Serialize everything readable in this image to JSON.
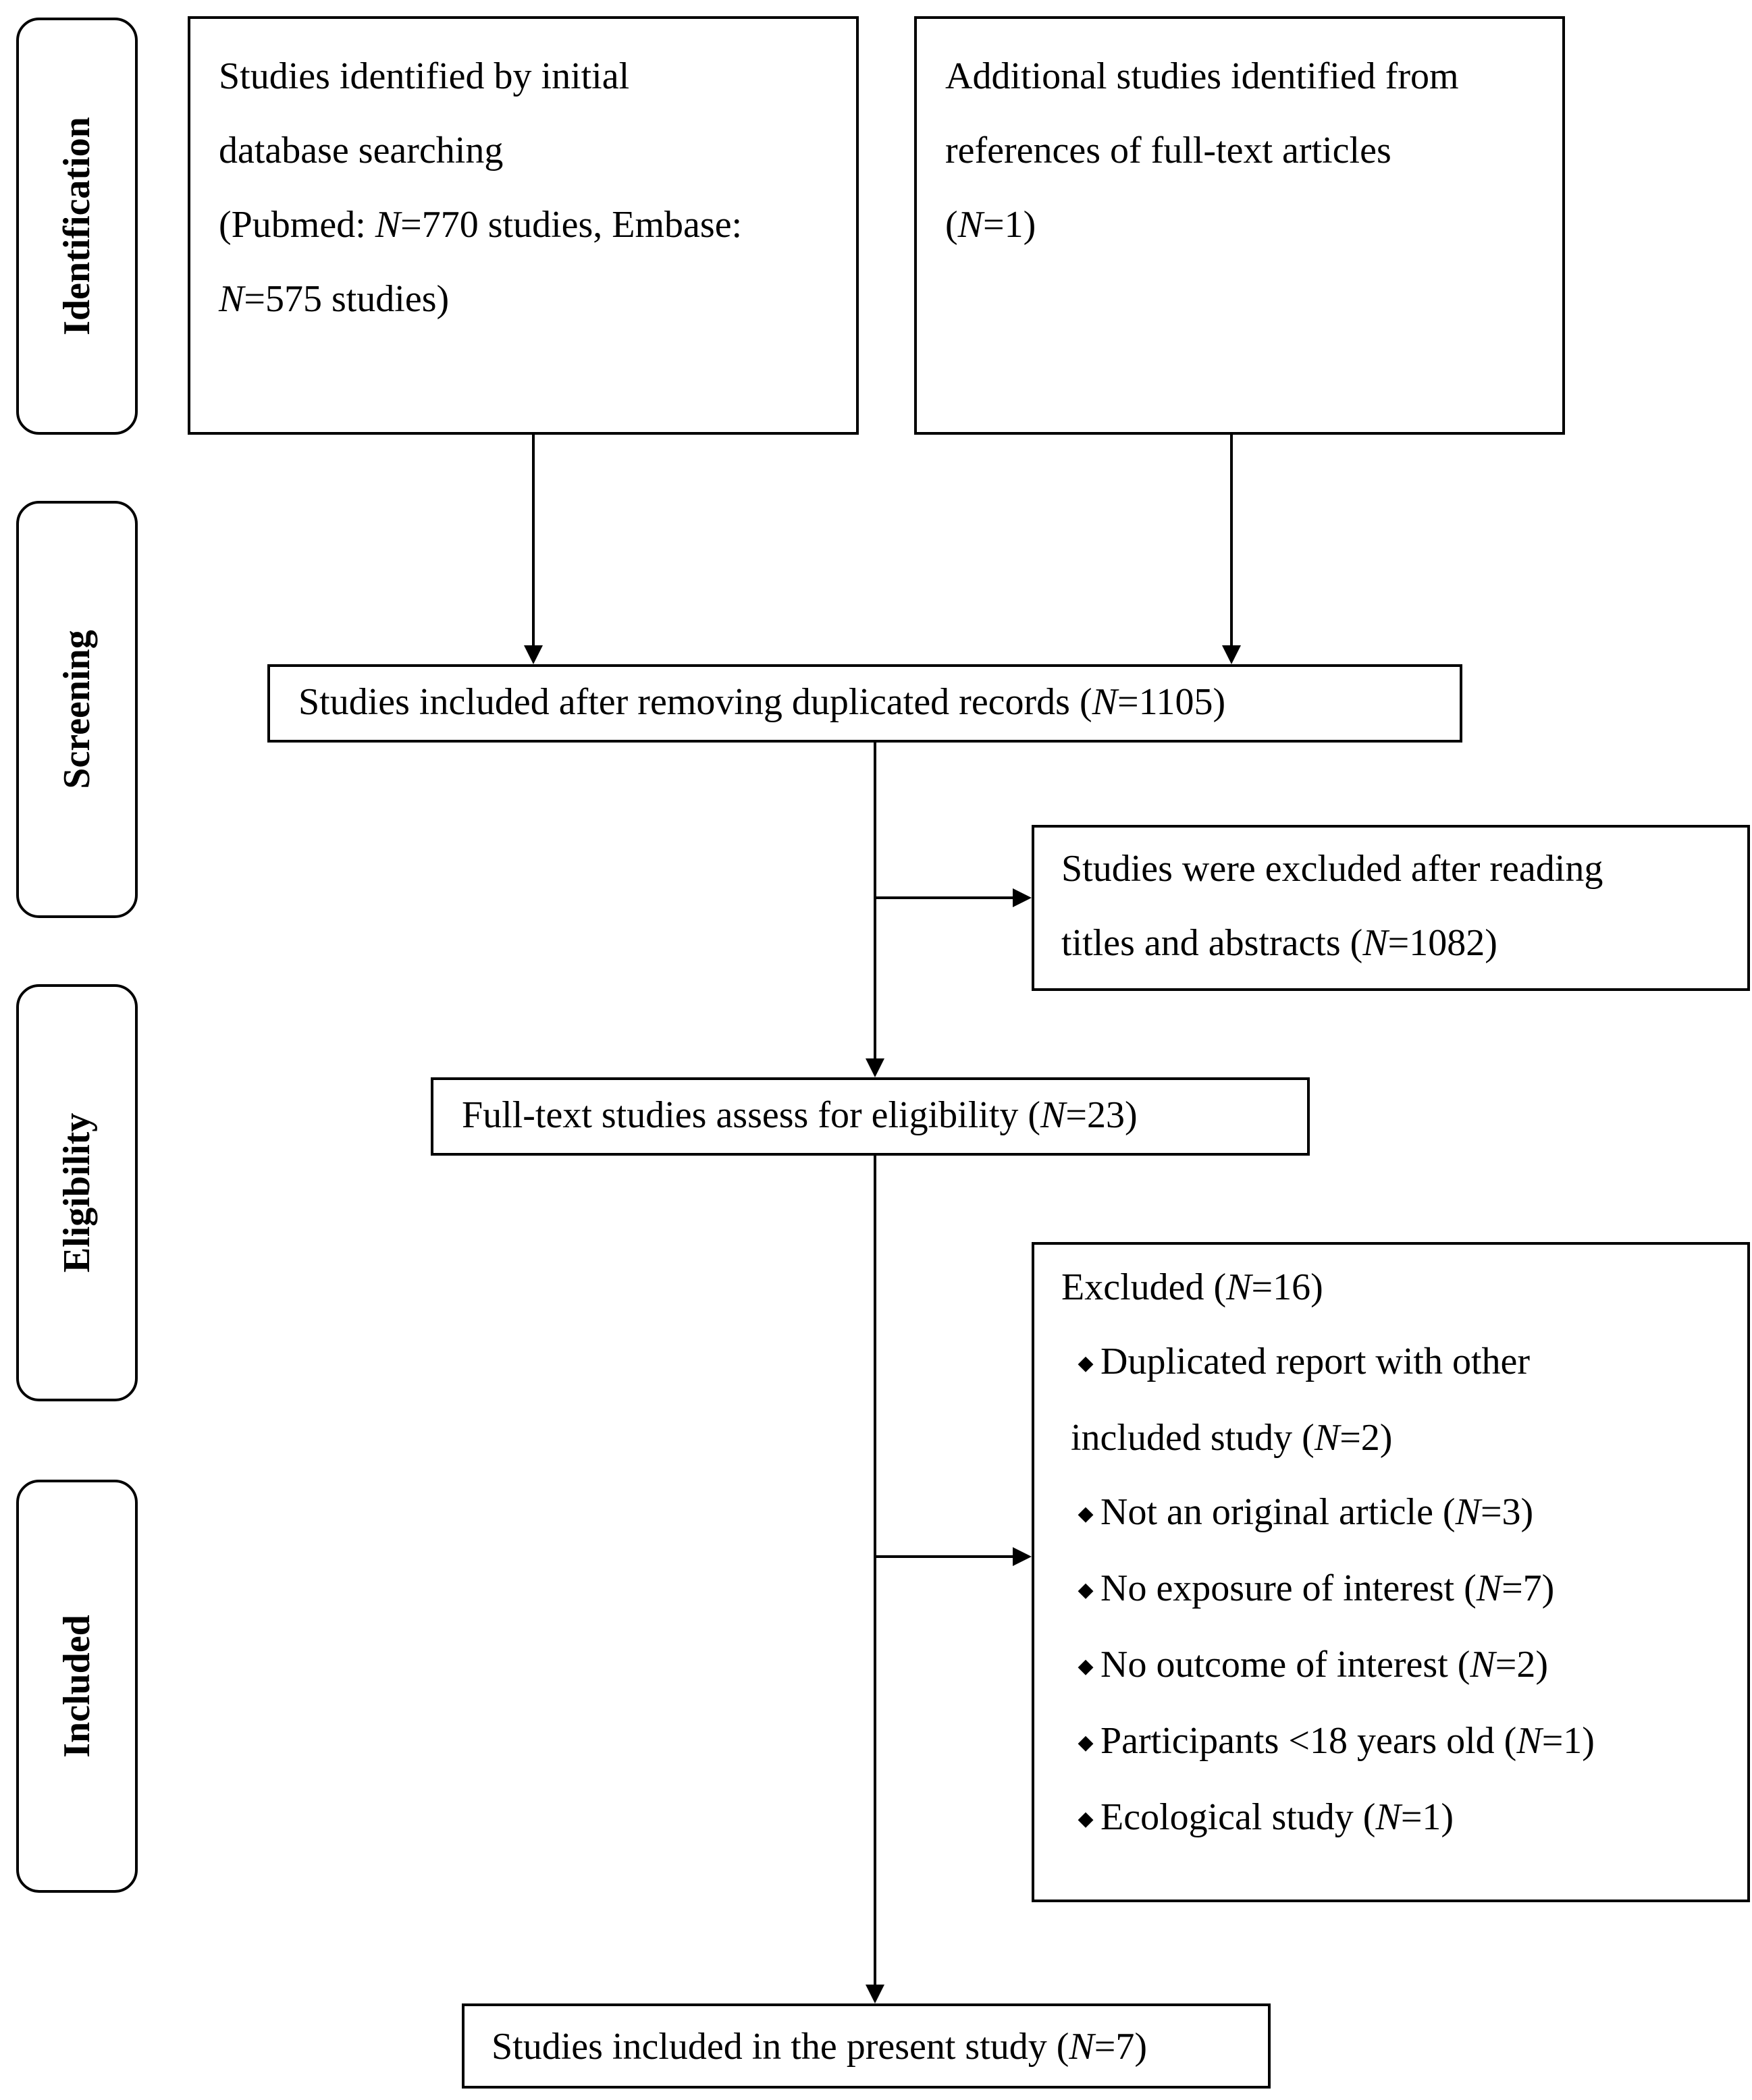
{
  "stages": [
    "Identification",
    "Screening",
    "Eligibility",
    "Included"
  ],
  "boxes": {
    "initial": [
      "Studies identified by initial",
      "database searching",
      "(Pubmed: N=770 studies, Embase:",
      "N=575 studies)"
    ],
    "additional": [
      "Additional studies identified from",
      "references of full-text articles",
      "(N=1)"
    ],
    "deduplicated": "Studies included after removing duplicated records (N=1105)",
    "excluded_titles": [
      "Studies were excluded after reading",
      "titles and abstracts (N=1082)"
    ],
    "fulltext": "Full-text studies assess for eligibility (N=23)",
    "excluded_fulltext": {
      "title": "Excluded (N=16)",
      "items": [
        "Duplicated report with other",
        "included study (N=2)",
        "Not an original article (N=3)",
        "No exposure of interest (N=7)",
        "No outcome of interest (N=2)",
        "Participants <18 years old (N=1)",
        "Ecological study (N=1)"
      ]
    },
    "included": "Studies included in the present study (N=7)"
  },
  "bullet_glyph": "◆"
}
